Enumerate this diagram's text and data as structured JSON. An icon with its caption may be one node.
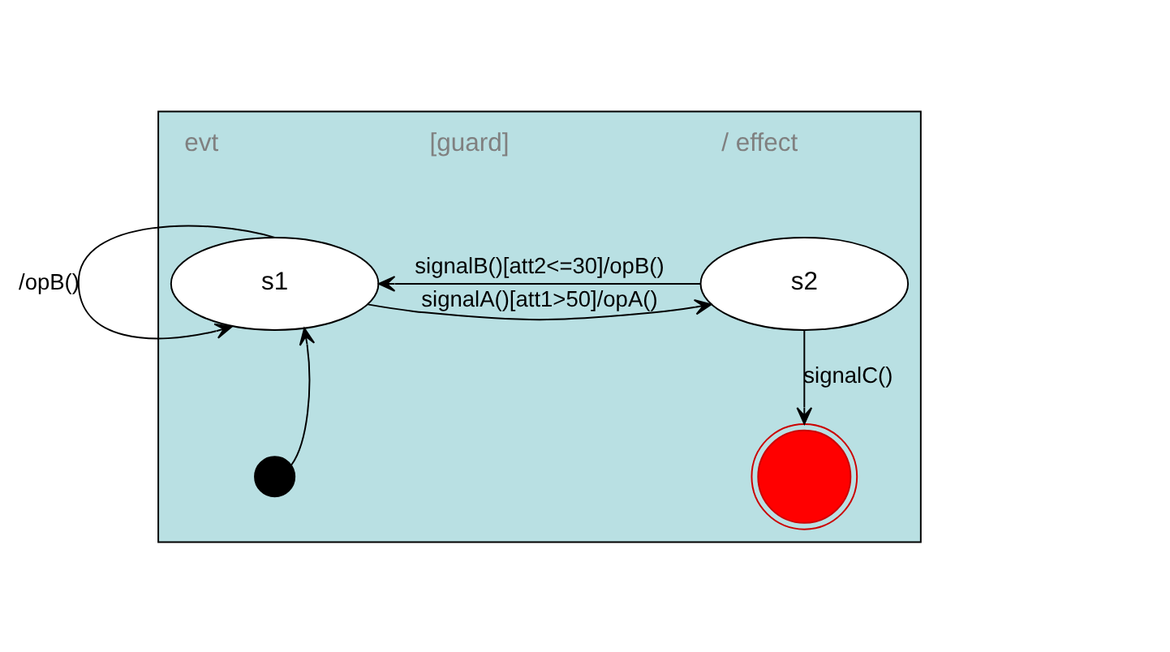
{
  "diagram": {
    "nodes": [
      {
        "text": [],
        "shape": "box"
      },
      {
        "text": [
          "s1"
        ],
        "in": 0
      },
      {
        "text": [
          "s2"
        ],
        "in": 0
      },
      {
        "text": [],
        "shape": "circle",
        "in": 0
      },
      {
        "text": [],
        "shape": "circle",
        "in": 0
      }
    ],
    "edges": [
      {
        "from": 1,
        "to": 1,
        "arrow": "to",
        "label": "/opB()"
      },
      {
        "from": 1,
        "to": 2,
        "arrow": "to",
        "label": "signalA()[att1>50]/opA()"
      },
      {
        "from": 2,
        "to": 1,
        "arrow": "to",
        "label": "signalB()[att2<=30]/opB()"
      },
      {
        "from": 3,
        "to": 1,
        "arrow": "to"
      },
      {
        "from": 2,
        "to": 4,
        "arrow": "to",
        "label": "signalC()"
      }
    ],
    "labels": [
      "evt",
      "[guard]",
      "/ effect"
    ]
  }
}
